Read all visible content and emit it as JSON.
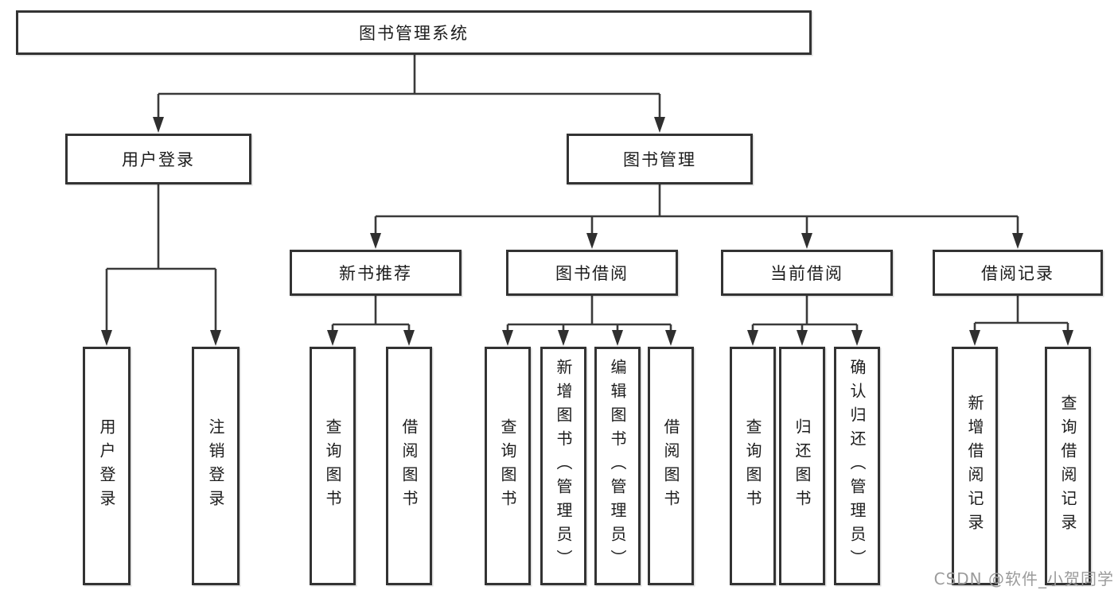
{
  "tree": {
    "root": {
      "label": "图书管理系统"
    },
    "branches": [
      {
        "label": "用户登录",
        "children": [
          {
            "label": "用户登录"
          },
          {
            "label": "注销登录"
          }
        ]
      },
      {
        "label": "图书管理",
        "children": [
          {
            "label": "新书推荐",
            "children": [
              {
                "label": "查询图书"
              },
              {
                "label": "借阅图书"
              }
            ]
          },
          {
            "label": "图书借阅",
            "children": [
              {
                "label": "查询图书"
              },
              {
                "label": "新增图书（管理员）"
              },
              {
                "label": "编辑图书（管理员）"
              },
              {
                "label": "借阅图书"
              }
            ]
          },
          {
            "label": "当前借阅",
            "children": [
              {
                "label": "查询图书"
              },
              {
                "label": "归还图书"
              },
              {
                "label": "确认归还（管理员）"
              }
            ]
          },
          {
            "label": "借阅记录",
            "children": [
              {
                "label": "新增借阅记录"
              },
              {
                "label": "查询借阅记录"
              }
            ]
          }
        ]
      }
    ]
  },
  "watermark": "CSDN @软件_小贺同学",
  "colors": {
    "line": "#3a3a3a",
    "box_border": "#333333",
    "text": "#1c1c1c",
    "watermark": "#9b9b9b",
    "background": "#ffffff"
  }
}
